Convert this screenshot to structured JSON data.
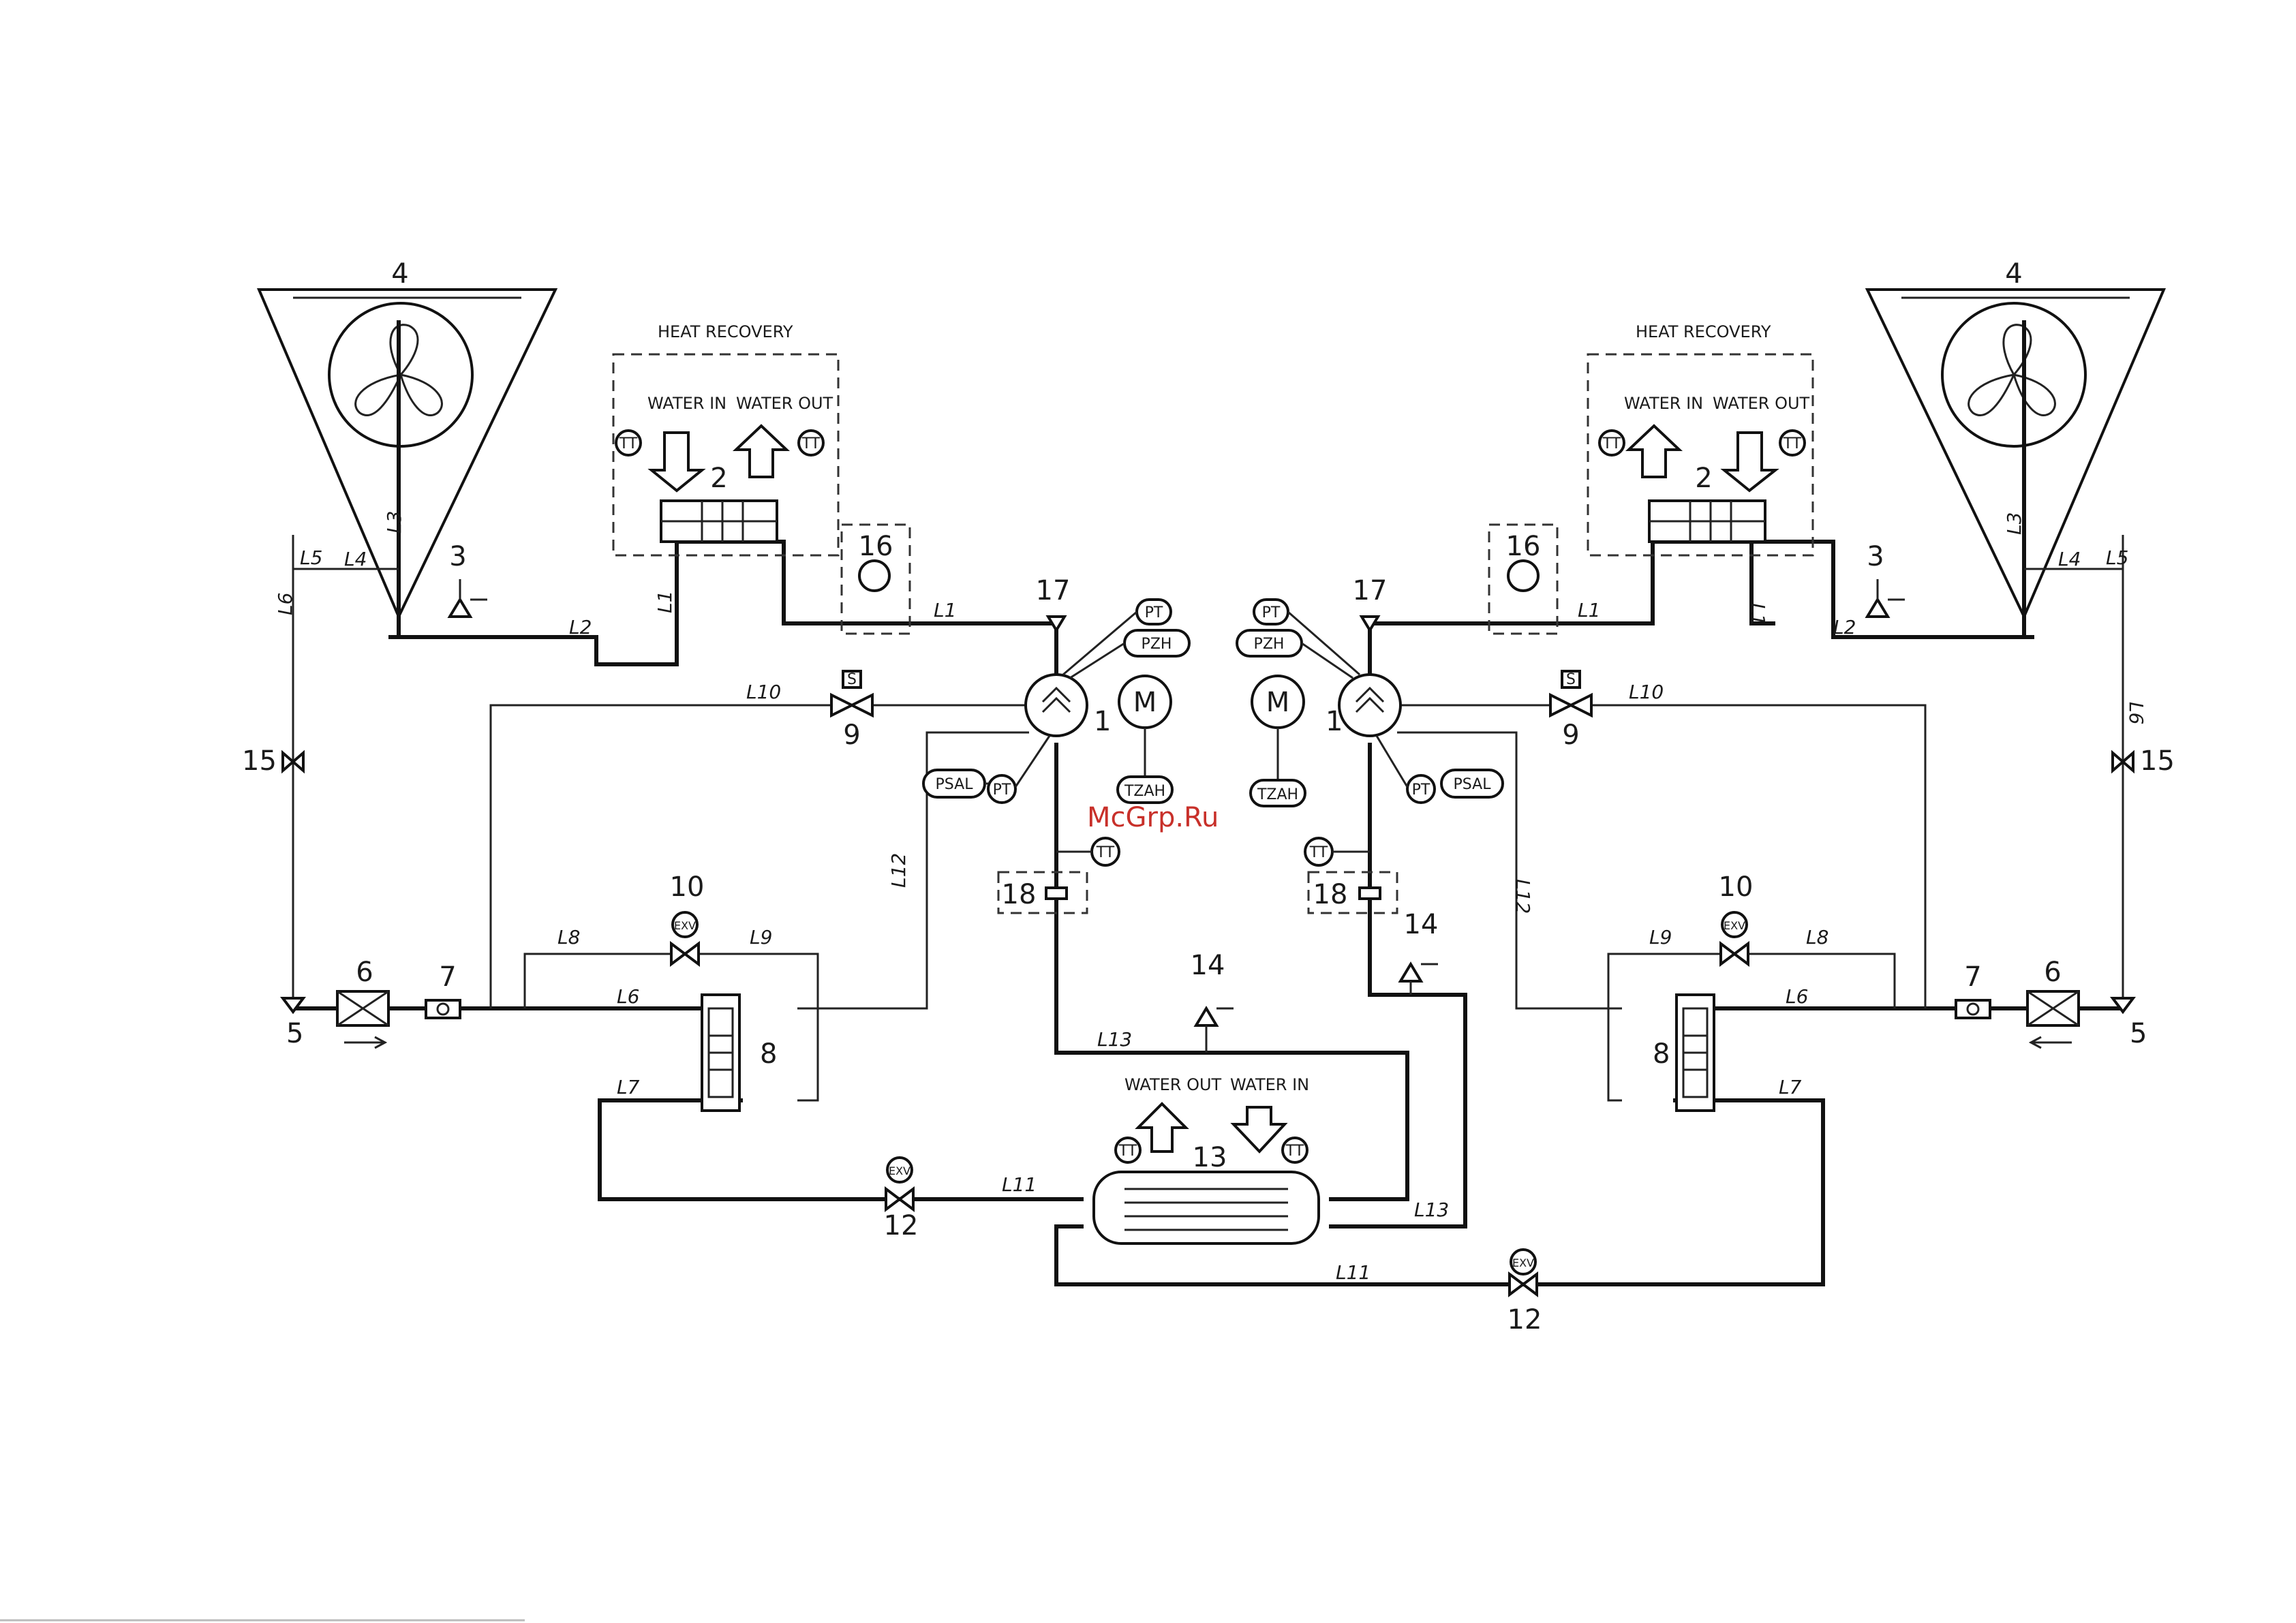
{
  "components": {
    "compressor": "1",
    "heat_recovery_exchanger": "2",
    "safety_valve": "3",
    "condenser_coil": "4",
    "charge_valve": "5",
    "filter_drier": "6",
    "sight_glass": "7",
    "economizer": "8",
    "solenoid_valve": "9",
    "economizer_exv": "10",
    "main_exv": "12",
    "evaporator": "13",
    "suction_safety_valve": "14",
    "service_valve": "15",
    "oil_separator": "16",
    "discharge_check_valve": "17",
    "suction_valve": "18"
  },
  "lines": [
    "L1",
    "L2",
    "L3",
    "L4",
    "L5",
    "L6",
    "L7",
    "L8",
    "L9",
    "L10",
    "L11",
    "L12",
    "L13"
  ],
  "labels": {
    "heat_recovery": "HEAT RECOVERY",
    "water_in": "WATER IN",
    "water_out": "WATER OUT",
    "motor": "M",
    "exv": "EXV",
    "solenoid": "S"
  },
  "instruments": {
    "tt": "TT",
    "pt": "PT",
    "pzh": "PZH",
    "psal": "PSAL",
    "tzah": "TZAH"
  },
  "watermark": "McGrp.Ru"
}
